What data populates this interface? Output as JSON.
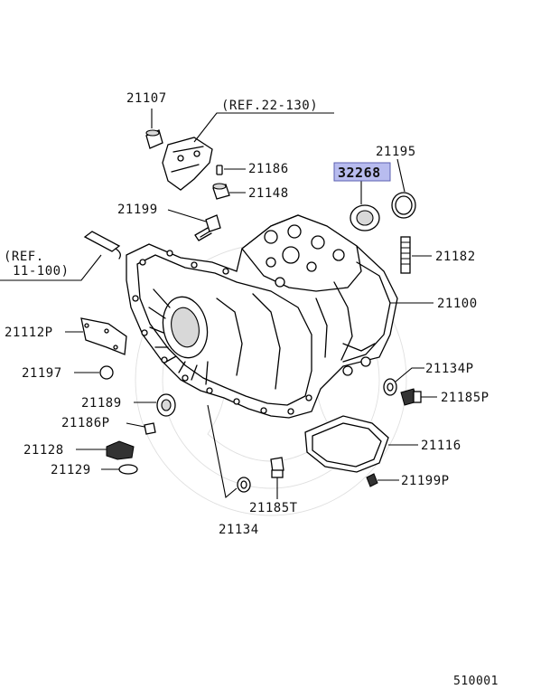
{
  "labels": {
    "p21107": "21107",
    "ref_22_130": "(REF.22-130)",
    "p21186": "21186",
    "p21148": "21148",
    "p21199": "21199",
    "p21195": "21195",
    "p32268": "32268",
    "ref_11_100_line1": "(REF.",
    "ref_11_100_line2": "11-100)",
    "p21182": "21182",
    "p21100": "21100",
    "p21112P": "21112P",
    "p21197": "21197",
    "p21134P": "21134P",
    "p21189": "21189",
    "p21185P": "21185P",
    "p21186P": "21186P",
    "p21116": "21116",
    "p21128": "21128",
    "p21129": "21129",
    "p21199P": "21199P",
    "p21185T": "21185T",
    "p21134": "21134",
    "diagram_code": "510001"
  },
  "colors": {
    "highlight_fill": "#b8bcef",
    "highlight_stroke": "#5b5fb0"
  }
}
